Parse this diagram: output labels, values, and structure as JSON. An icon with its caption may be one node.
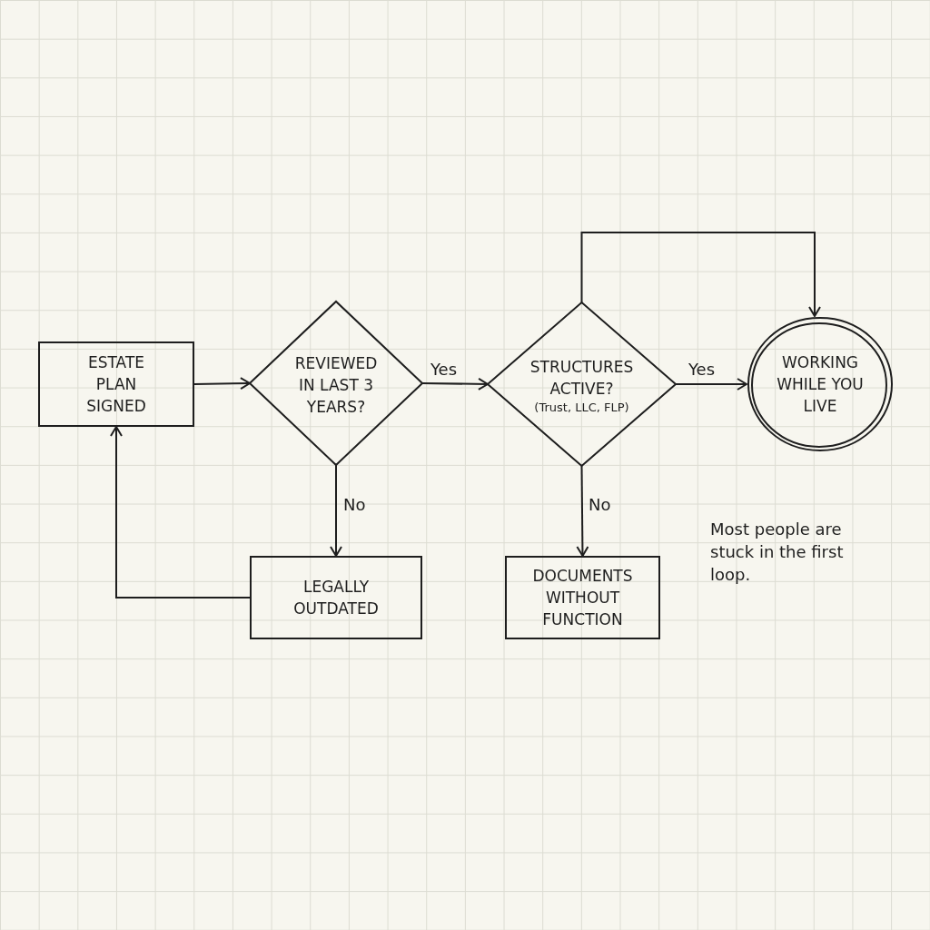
{
  "diagram": {
    "nodes": [
      {
        "text": [
          "ESTATE PLAN SIGNED"
        ]
      },
      {
        "text": [
          "REVIEWED IN LAST 3 YEARS?"
        ]
      },
      {
        "text": [
          "STRUCTURES ACTIVE?",
          "(Trust, LLC, FLP)"
        ]
      },
      {
        "text": [
          "WORKING WHILE YOU LIVE"
        ]
      },
      {
        "text": [
          "LEGALLY OUTDATED"
        ]
      },
      {
        "text": [
          "DOCUMENTS WITHOUT FUNCTION"
        ]
      }
    ],
    "edges": [
      {
        "from": 0,
        "to": 1,
        "arrow": "to"
      },
      {
        "from": 1,
        "to": 2,
        "label": "Yes",
        "arrow": "to"
      },
      {
        "from": 2,
        "to": 3,
        "label": "Yes",
        "arrow": "to"
      },
      {
        "from": 1,
        "to": 4,
        "label": "No",
        "arrow": "to"
      },
      {
        "from": 2,
        "to": 5,
        "label": "No",
        "arrow": "to"
      },
      {
        "from": 4,
        "to": 0,
        "arrow": "to"
      },
      {
        "from": 2,
        "to": 3,
        "arrow": "to"
      }
    ],
    "labels": [
      "Most people are stuck in the first loop."
    ]
  }
}
